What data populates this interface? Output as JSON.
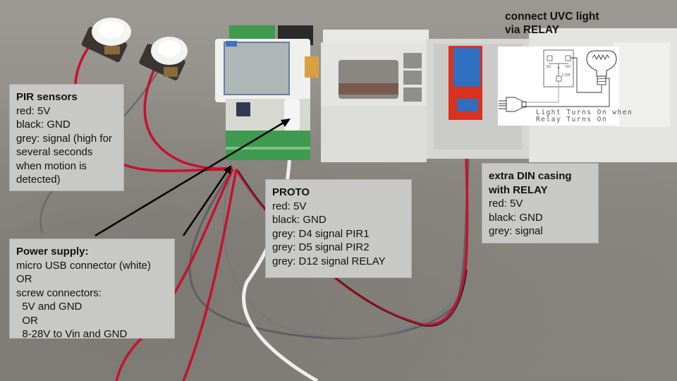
{
  "annotations": {
    "pir": {
      "title": "PIR sensors",
      "lines": [
        "red: 5V",
        "black: GND",
        "grey: signal (high for",
        "several seconds",
        "when motion is",
        "detected)"
      ]
    },
    "power": {
      "title": "Power supply:",
      "lines": [
        "micro USB connector (white)",
        "OR",
        "screw connectors:",
        "  5V and GND",
        "  OR",
        "  8-28V to Vin and GND"
      ]
    },
    "proto": {
      "title": "PROTO",
      "lines": [
        "red: 5V",
        "black: GND",
        "grey: D4 signal PIR1",
        "grey: D5 signal PIR2",
        "grey: D12 signal RELAY"
      ]
    },
    "relay_casing": {
      "title_lines": [
        "extra DIN casing",
        "with RELAY"
      ],
      "lines": [
        "red: 5V",
        "black: GND",
        "grey: signal"
      ]
    },
    "uvc": {
      "title_lines": [
        "connect UVC light",
        "via RELAY"
      ],
      "diagram": {
        "terminal_labels": {
          "nc": "NC",
          "no": "NO",
          "com": "COM"
        },
        "caption_lines": [
          "Light Turns On when",
          "Relay Turns On"
        ]
      }
    }
  },
  "colors": {
    "note_bg": "#c8c8c6",
    "wire_red": "#c8102e",
    "wire_grey": "#6e6e70",
    "relay_board": "#d9321e",
    "relay_blue": "#2f6fc0",
    "terminal_green": "#3f9a4f",
    "lcd": "#aeb6b6"
  }
}
